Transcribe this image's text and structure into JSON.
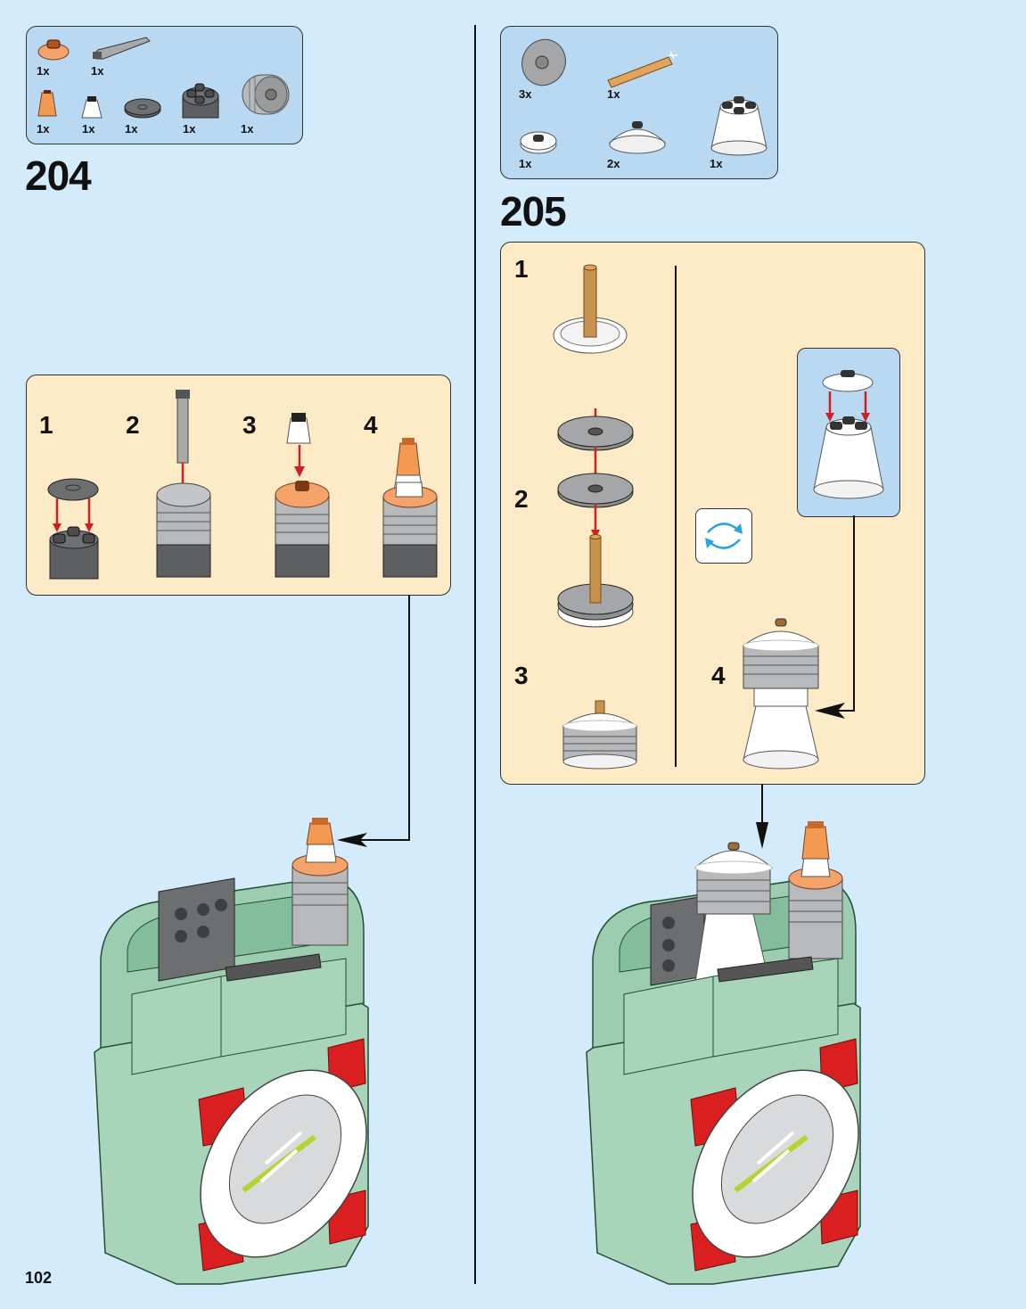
{
  "page": {
    "page_number": "102",
    "background_color": "#d3ebfa"
  },
  "colors": {
    "parts_box_bg": "#b9d9f3",
    "sub_step_bg": "#fdebc8",
    "sand_green": "#a0d0b4",
    "red": "#d91f1f",
    "trans_orange": "#f39a52",
    "light_gray": "#a5a6a8",
    "dark_gray": "#6c6e70",
    "tan": "#d29b5a",
    "rotate_arrow_blue": "#2aa4df"
  },
  "steps": [
    {
      "number": "204",
      "parts": [
        {
          "name": "trans-orange round plate 2x2 with stud",
          "qty": "1x"
        },
        {
          "name": "light gray technic axle pin",
          "qty": "1x"
        },
        {
          "name": "trans-orange cone 1x1",
          "qty": "1x"
        },
        {
          "name": "white cone 1x1",
          "qty": "1x"
        },
        {
          "name": "dark gray round tile 2x2",
          "qty": "1x"
        },
        {
          "name": "dark gray round brick 2x2",
          "qty": "1x"
        },
        {
          "name": "light gray technic disc stack",
          "qty": "1x"
        }
      ],
      "sub_steps": [
        {
          "number": "1"
        },
        {
          "number": "2"
        },
        {
          "number": "3"
        },
        {
          "number": "4"
        }
      ]
    },
    {
      "number": "205",
      "parts": [
        {
          "name": "light gray round plate 4x4 with axle hole",
          "qty": "3x"
        },
        {
          "name": "tan technic axle",
          "qty": "1x"
        },
        {
          "name": "white round plate 2x2",
          "qty": "1x"
        },
        {
          "name": "white dish 4x4",
          "qty": "2x"
        },
        {
          "name": "white cone 4x4x2",
          "qty": "1x"
        }
      ],
      "sub_steps": [
        {
          "number": "1"
        },
        {
          "number": "2"
        },
        {
          "number": "3"
        },
        {
          "number": "4"
        }
      ],
      "rotate_icon": "rotate-model-icon"
    }
  ]
}
